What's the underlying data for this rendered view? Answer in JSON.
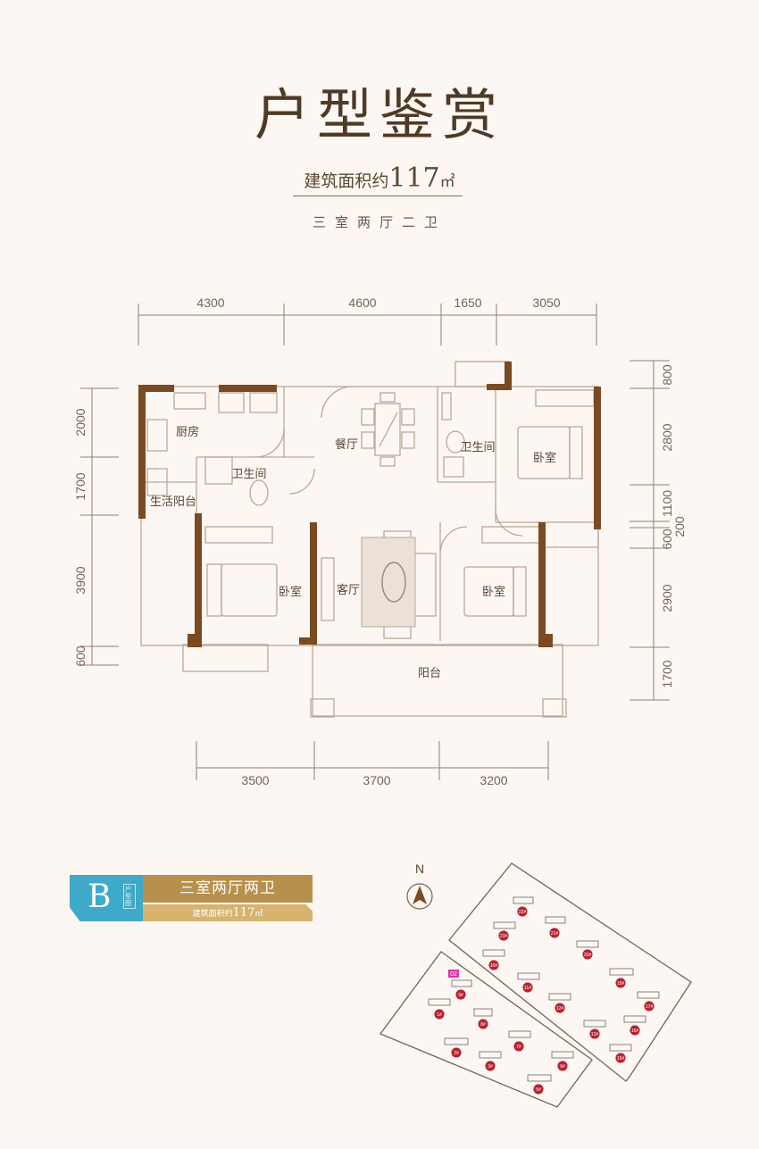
{
  "header": {
    "title": "户型鉴赏",
    "area_prefix": "建筑面积约",
    "area_value": "117",
    "area_unit": "㎡",
    "layout": "三室两厅二卫"
  },
  "floorplan": {
    "dimensions": {
      "top": [
        "4300",
        "4600",
        "1650",
        "3050"
      ],
      "bottom": [
        "3500",
        "3700",
        "3200"
      ],
      "left": [
        "2000",
        "1700",
        "3900",
        "600"
      ],
      "right": [
        "800",
        "2800",
        "1100",
        "200",
        "600",
        "2900",
        "1700"
      ]
    },
    "rooms": {
      "kitchen": "厨房",
      "utility_balcony": "生活阳台",
      "bathroom_1": "卫生间",
      "dining": "餐厅",
      "bathroom_2": "卫生间",
      "bedroom_ne": "卧室",
      "bedroom_w": "卧室",
      "living": "客厅",
      "bedroom_se": "卧室",
      "balcony": "阳台"
    },
    "colors": {
      "wall": "#7a4a22",
      "line": "#b9a898",
      "dim_line": "#8c8178"
    }
  },
  "badge": {
    "letter": "B",
    "letter_sub": "户型图",
    "title": "三室两厅两卫",
    "area_prefix": "建筑面积约",
    "area_value": "117",
    "area_unit": "㎡",
    "colors": {
      "teal": "#3fa9c9",
      "gold_dark": "#b7904d",
      "gold_light": "#d6b36f"
    }
  },
  "site_plan": {
    "north_label": "N",
    "highlight_tag": "02",
    "buildings": [
      "22#",
      "23#",
      "21#",
      "20#",
      "10#",
      "11#",
      "19#",
      "12#",
      "17#",
      "13#",
      "16#",
      "15#",
      "9#",
      "1#",
      "8#",
      "7#",
      "2#",
      "3#",
      "6#",
      "5#"
    ],
    "colors": {
      "marker": "#b8232f",
      "tag": "#e033a8",
      "boundary": "#6f655b"
    }
  }
}
